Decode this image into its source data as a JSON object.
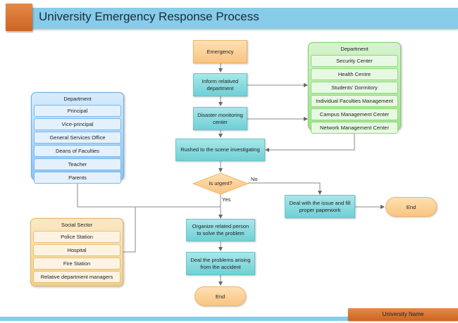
{
  "header": {
    "title": "University Emergency Response Process"
  },
  "footer": {
    "label": "University Name"
  },
  "flow": {
    "emergency": "Emergency",
    "inform": "Inform relatived department",
    "monitor": "Disaster monitoring center",
    "rushed": "Rushed to the scene investigating",
    "decision": "Is urgent?",
    "no_label": "No",
    "yes_label": "Yes",
    "deal_issue": "Deal with the issue and fill proper paperwork",
    "end_right": "End",
    "organize": "Organize related person to solve the problem",
    "deal_problems": "Deal the problems arising from the accident",
    "end_bottom": "End"
  },
  "groups": {
    "right_department": {
      "title": "Department",
      "items": [
        "Security Center",
        "Health Centre",
        "Students' Dormitory",
        "Individual Faculties Management",
        "Campus Management Center",
        "Network Management Center"
      ]
    },
    "left_department": {
      "title": "Department",
      "items": [
        "Principal",
        "Vice-principal",
        "General Services Office",
        "Deans of Faculties",
        "Teacher",
        "Parents"
      ]
    },
    "social_sector": {
      "title": "Social Sector",
      "items": [
        "Police Station",
        "Hospital",
        "Fire Station",
        "Relative department managers"
      ]
    }
  },
  "colors": {
    "title_bar": "#87cce9",
    "accent_orange": "#d86e2c",
    "process_teal": "#8ddcdf",
    "terminal_peach": "#fbd199",
    "group_green": "#b5eaa6",
    "group_blue": "#a8d2f7",
    "group_orange": "#f4d9a2"
  }
}
